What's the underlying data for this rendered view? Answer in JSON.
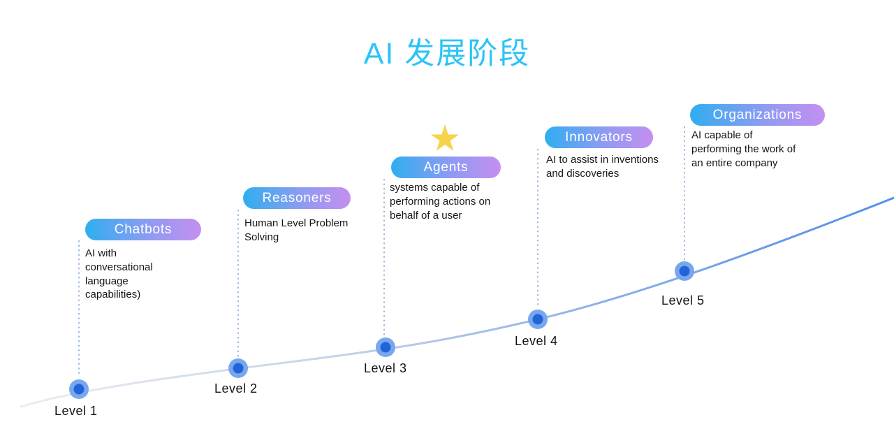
{
  "title": "AI 发展阶段",
  "colors": {
    "title_cyan": "#2BC4F5",
    "pill_gradient_start": "#2FAEF0",
    "pill_gradient_end": "#C48FF0",
    "curve_blue": "#4E8FE8",
    "curve_light": "#E8EBEF",
    "dot_outer": "#77A7EE",
    "dot_inner": "#2263D8",
    "connector_dotted": "#8FAFD8",
    "star_yellow": "#F6D34C",
    "text_black": "#161616"
  },
  "stages": [
    {
      "level_label": "Level 1",
      "pill": "Chatbots",
      "description": "AI with\nconversational\nlanguage\ncapabilities)"
    },
    {
      "level_label": "Level 2",
      "pill": "Reasoners",
      "description": "Human Level Problem\nSolving"
    },
    {
      "level_label": "Level 3",
      "pill": "Agents",
      "description": "systems capable of\nperforming actions on\nbehalf of a user",
      "starred": true
    },
    {
      "level_label": "Level 4",
      "pill": "Innovators",
      "description": "AI to assist in inventions\nand discoveries"
    },
    {
      "level_label": "Level 5",
      "pill": "Organizations",
      "description": "AI capable of\nperforming the work of\nan entire company"
    }
  ]
}
